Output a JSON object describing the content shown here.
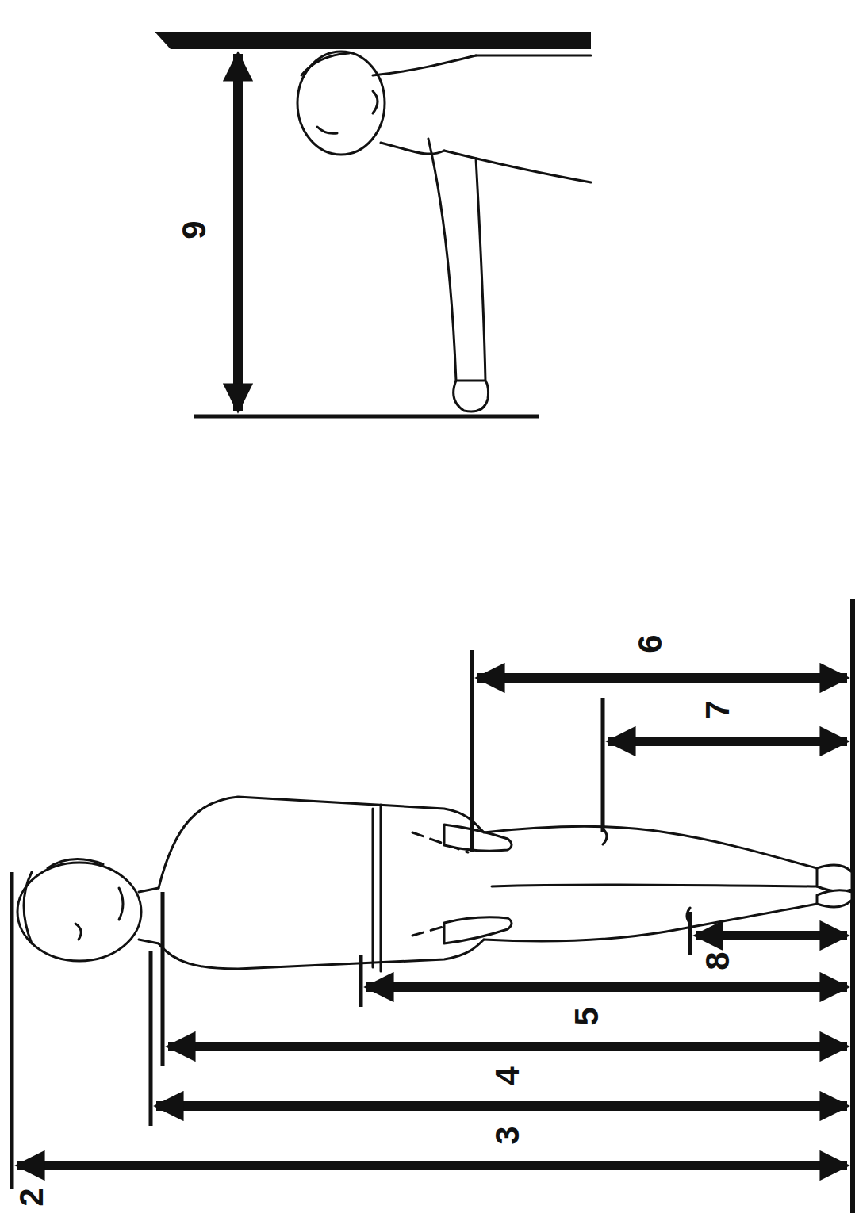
{
  "diagram": {
    "labels": [
      "2",
      "3",
      "4",
      "5",
      "6",
      "7",
      "8",
      "9"
    ]
  }
}
